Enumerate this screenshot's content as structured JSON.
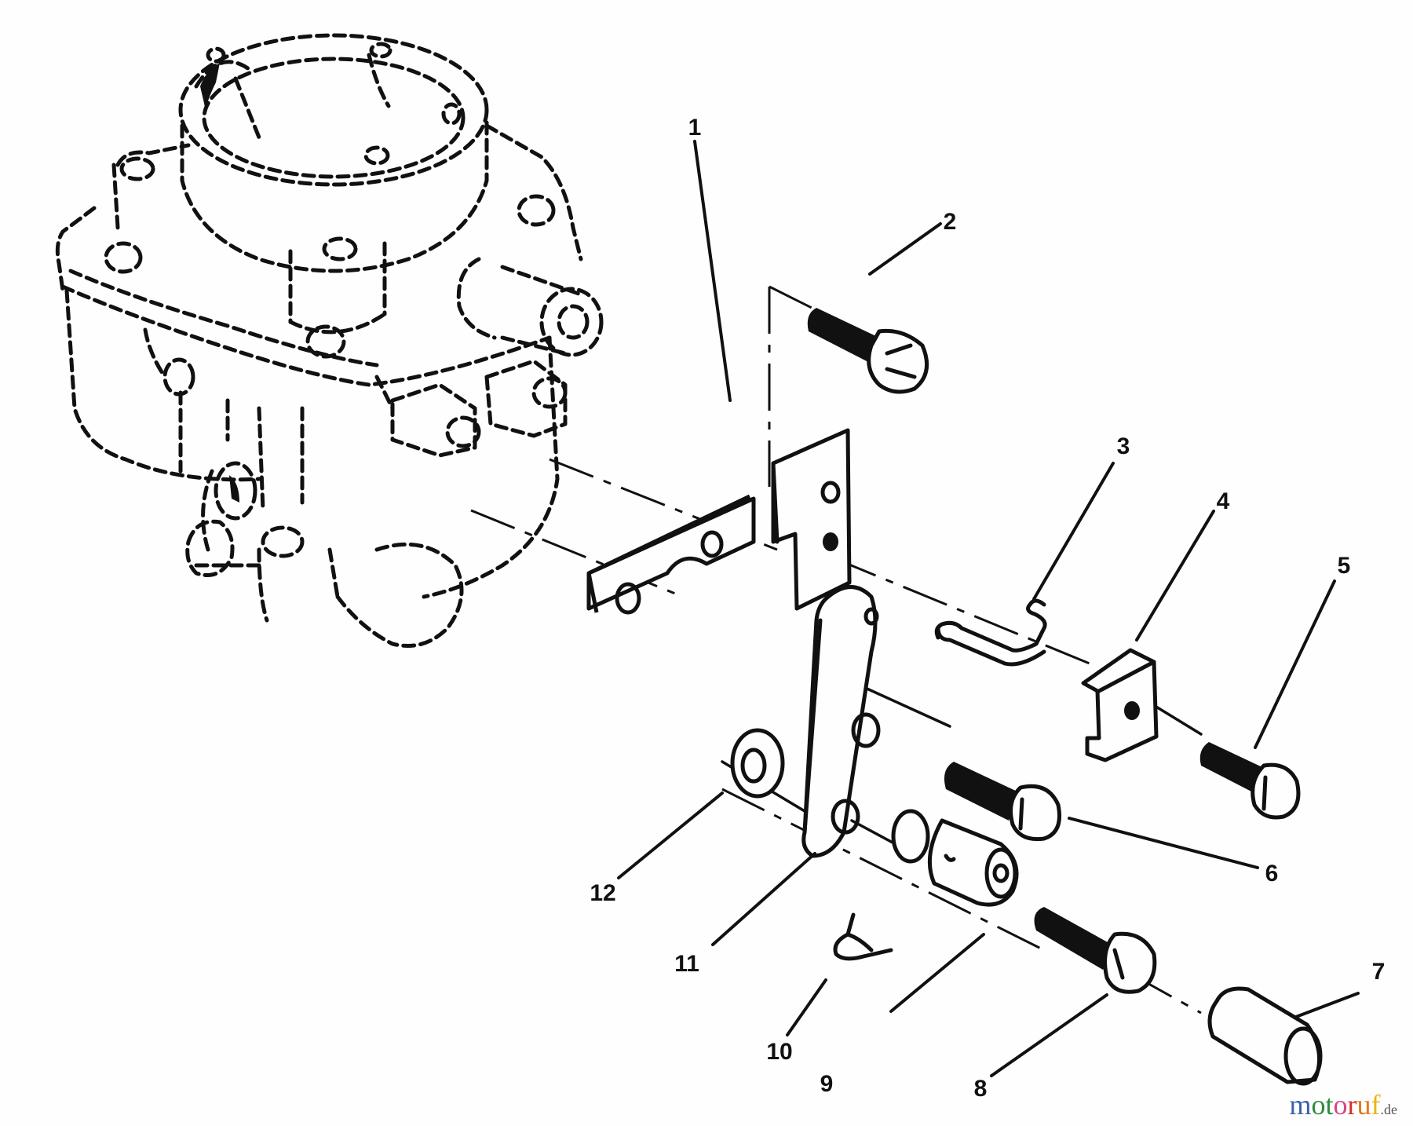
{
  "diagram": {
    "type": "exploded-parts-view",
    "subject": "carburetor choke/throttle linkage",
    "callouts": [
      {
        "id": "1",
        "label": "1",
        "part": "bracket"
      },
      {
        "id": "2",
        "label": "2",
        "part": "flange-bolt"
      },
      {
        "id": "3",
        "label": "3",
        "part": "wire-link"
      },
      {
        "id": "4",
        "label": "4",
        "part": "cable-clamp"
      },
      {
        "id": "5",
        "label": "5",
        "part": "bolt"
      },
      {
        "id": "6",
        "label": "6",
        "part": "bolt"
      },
      {
        "id": "7",
        "label": "7",
        "part": "cap"
      },
      {
        "id": "8",
        "label": "8",
        "part": "bolt"
      },
      {
        "id": "9",
        "label": "9",
        "part": "swivel"
      },
      {
        "id": "10",
        "label": "10",
        "part": "hairpin-clip"
      },
      {
        "id": "11",
        "label": "11",
        "part": "link-plate"
      },
      {
        "id": "12",
        "label": "12",
        "part": "washer"
      }
    ]
  },
  "watermark": {
    "letters": [
      "m",
      "o",
      "t",
      "o",
      "r",
      "u",
      "f"
    ],
    "colors": [
      "#3b5fae",
      "#2e8b3e",
      "#2e8b3e",
      "#d9457f",
      "#d92b2b",
      "#e07a1a",
      "#e8b51a"
    ],
    "suffix": ".de"
  }
}
